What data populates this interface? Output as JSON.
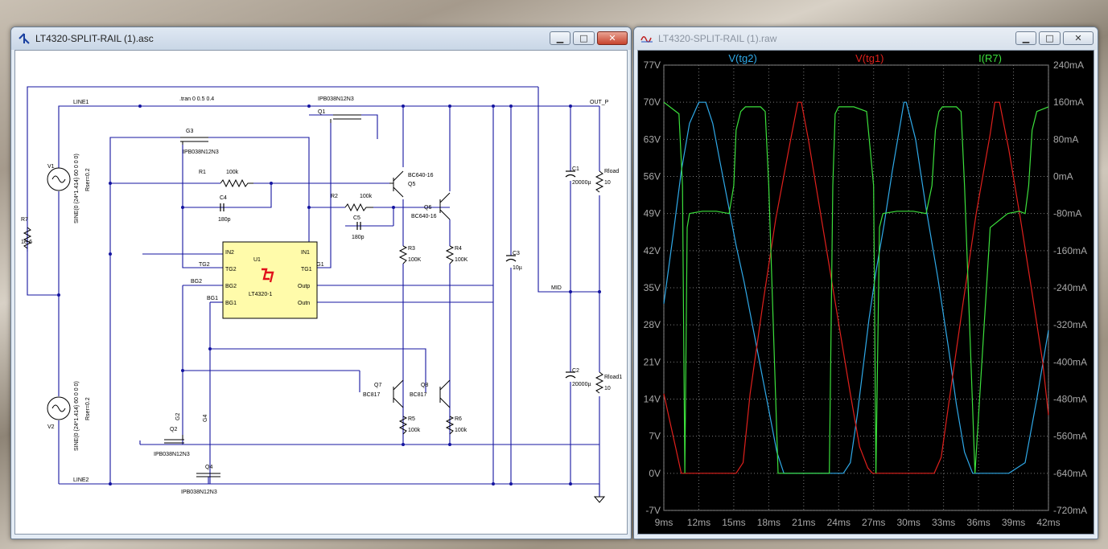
{
  "schematic_window": {
    "title": "LT4320-SPLIT-RAIL (1).asc",
    "buttons": {
      "minimize": "▁",
      "maximize": "□",
      "close": "✕"
    },
    "directive": ".tran 0 0.5 0.4",
    "nets": {
      "line1": "LINE1",
      "line2": "LINE2",
      "out_p": "OUT_P",
      "mid": "MID",
      "tg2": "TG2",
      "tg1": "TG1",
      "bg2": "BG2",
      "bg1": "BG1",
      "g2": "G2",
      "g4": "G4"
    },
    "ic": {
      "ref": "U1",
      "part": "LT4320-1",
      "pins_left": [
        "IN2",
        "TG2",
        "BG2",
        "BG1"
      ],
      "pins_right": [
        "IN1",
        "TG1",
        "Outp",
        "Outn"
      ],
      "logo_color": "#e0101a"
    },
    "sources": {
      "v1": {
        "ref": "V1",
        "value": "SINE(0 {24*1.414} 60 0 0 0)",
        "rser": "Rser=0.2"
      },
      "v2": {
        "ref": "V2",
        "value": "SINE(0 {24*1.414} 60 0 0 0)",
        "rser": "Rser=0.2"
      }
    },
    "components": {
      "r7": {
        "ref": "R7",
        "value": "1e-6"
      },
      "g3": {
        "ref": "G3",
        "part": "IPB038N12N3"
      },
      "q1": {
        "ref": "Q1",
        "part": "IPB038N12N3"
      },
      "q2": {
        "ref": "Q2",
        "part": "IPB038N12N3"
      },
      "q4": {
        "ref": "Q4",
        "part": "IPB038N12N3"
      },
      "r1": {
        "ref": "R1",
        "value": "100k"
      },
      "c4": {
        "ref": "C4",
        "value": "180p"
      },
      "r2": {
        "ref": "R2",
        "value": "100k"
      },
      "c5": {
        "ref": "C5",
        "value": "180p"
      },
      "q5": {
        "ref": "Q5",
        "part": "BC640-16"
      },
      "q6": {
        "ref": "Q6",
        "part": "BC640-16"
      },
      "r3": {
        "ref": "R3",
        "value": "100K"
      },
      "r4": {
        "ref": "R4",
        "value": "100K"
      },
      "q7": {
        "ref": "Q7",
        "part": "BC817"
      },
      "q8": {
        "ref": "Q8",
        "part": "BC817"
      },
      "r5": {
        "ref": "R5",
        "value": "100k"
      },
      "r6": {
        "ref": "R6",
        "value": "100k"
      },
      "c3": {
        "ref": "C3",
        "value": "10µ"
      },
      "c1": {
        "ref": "C1",
        "value": "20000µ"
      },
      "c2": {
        "ref": "C2",
        "value": "20000µ"
      },
      "rload": {
        "ref": "Rload",
        "value": "10"
      },
      "rload1": {
        "ref": "Rload1",
        "value": "10"
      }
    },
    "colors": {
      "wire": "#1414a0",
      "ic_fill": "#fffbaa",
      "component": "#000000"
    }
  },
  "waveform_window": {
    "title": "LT4320-SPLIT-RAIL (1).raw",
    "buttons": {
      "minimize": "▁",
      "maximize": "□",
      "close": "✕"
    },
    "chart_data": {
      "type": "line",
      "x_axis": {
        "unit": "ms",
        "range": [
          9,
          42
        ],
        "ticks": [
          "9ms",
          "12ms",
          "15ms",
          "18ms",
          "21ms",
          "24ms",
          "27ms",
          "30ms",
          "33ms",
          "36ms",
          "39ms",
          "42ms"
        ]
      },
      "y_left": {
        "unit": "V",
        "range": [
          -7,
          77
        ],
        "ticks": [
          "77V",
          "70V",
          "63V",
          "56V",
          "49V",
          "42V",
          "35V",
          "28V",
          "21V",
          "14V",
          "7V",
          "0V",
          "-7V"
        ]
      },
      "y_right": {
        "unit": "mA",
        "range": [
          -720,
          240
        ],
        "ticks": [
          "240mA",
          "160mA",
          "80mA",
          "0mA",
          "-80mA",
          "-160mA",
          "-240mA",
          "-320mA",
          "-400mA",
          "-480mA",
          "-560mA",
          "-640mA",
          "-720mA"
        ]
      },
      "grid": true,
      "legend": "top",
      "series": [
        {
          "name": "V(tg2)",
          "axis": "left",
          "color": "#2fa9e8",
          "x": [
            9,
            9.8,
            10.5,
            11.2,
            12,
            12.6,
            13.2,
            13.8,
            14.5,
            15.2,
            15.9,
            16.6,
            17.3,
            18.0,
            18.7,
            19.3,
            20.5,
            22,
            23,
            24.4,
            25,
            25.6,
            26.1,
            26.6,
            27.2,
            27.9,
            28.6,
            29.3,
            29.6,
            29.8,
            30.6,
            31.5,
            32.5,
            33.4,
            34.1,
            34.8,
            35.5,
            36.2,
            36.8,
            37.5,
            38.6,
            40,
            41,
            42
          ],
          "y": [
            32,
            45,
            57,
            66,
            70,
            70,
            66,
            59,
            51,
            43,
            36,
            28,
            20,
            12,
            4,
            0,
            0,
            0,
            0,
            0,
            2,
            11,
            20,
            29,
            38,
            47,
            57,
            66,
            70,
            70,
            63,
            50,
            37,
            24,
            13,
            4,
            0,
            0,
            0,
            0,
            0,
            2,
            14,
            27
          ]
        },
        {
          "name": "V(tg1)",
          "axis": "left",
          "color": "#e0201c",
          "x": [
            9,
            9.5,
            10,
            10.3,
            10.5,
            11.5,
            13.3,
            15.2,
            15.8,
            16.4,
            17.5,
            18.6,
            19.8,
            20.5,
            20.8,
            21.4,
            22.3,
            23.2,
            24.1,
            25,
            25.8,
            26.5,
            26.9,
            27.3,
            28.5,
            30.5,
            32.2,
            32.8,
            33.5,
            34.6,
            35.8,
            37,
            37.4,
            37.8,
            38.6,
            39.6,
            40.6,
            41.5,
            42
          ],
          "y": [
            15,
            10,
            5,
            2,
            0,
            0,
            0,
            0,
            2,
            15,
            32,
            48,
            62,
            70,
            70,
            63,
            51,
            39,
            27,
            15,
            5,
            1,
            0,
            0,
            0,
            0,
            0,
            3,
            14,
            31,
            49,
            64,
            70,
            70,
            61,
            48,
            34,
            21,
            11
          ]
        },
        {
          "name": "I(R7)",
          "axis": "right",
          "color": "#3ce03c",
          "x": [
            9,
            10.3,
            10.6,
            10.8,
            11,
            11.2,
            12.3,
            13.5,
            14.6,
            15.0,
            15.2,
            15.6,
            16,
            17.3,
            17.7,
            18,
            18.8,
            20.2,
            21.7,
            22.7,
            23.2,
            23.5,
            23.7,
            24,
            25.3,
            26.4,
            27,
            27.2,
            27.5,
            27.8,
            29,
            30.4,
            31.5,
            32,
            32.3,
            32.6,
            32.9,
            34.1,
            34.5,
            34.8,
            35.7,
            37,
            38.5,
            39.5,
            40,
            40.3,
            40.6,
            41,
            42
          ],
          "y": [
            160,
            135,
            -20,
            -640,
            -110,
            -80,
            -75,
            -75,
            -80,
            -20,
            100,
            140,
            150,
            150,
            140,
            -20,
            -640,
            -640,
            -640,
            -640,
            -640,
            -20,
            135,
            150,
            150,
            140,
            -20,
            -640,
            -110,
            -80,
            -75,
            -75,
            -80,
            -20,
            100,
            140,
            150,
            150,
            140,
            -20,
            -640,
            -110,
            -80,
            -75,
            -80,
            -20,
            100,
            140,
            150
          ]
        }
      ]
    }
  }
}
